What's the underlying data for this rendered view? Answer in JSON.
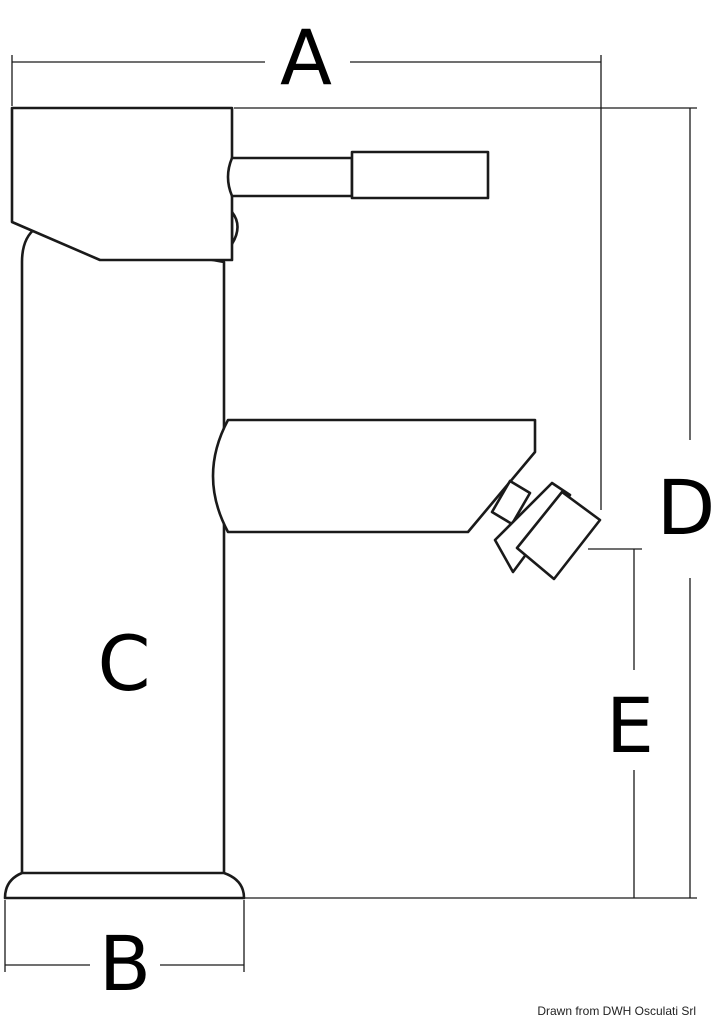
{
  "dimensions": {
    "a": "A",
    "b": "B",
    "c": "C",
    "d": "D",
    "e": "E"
  },
  "credit": "Drawn from DWH Osculati Srl",
  "colors": {
    "line": "#1a1a1a",
    "background": "#ffffff"
  }
}
